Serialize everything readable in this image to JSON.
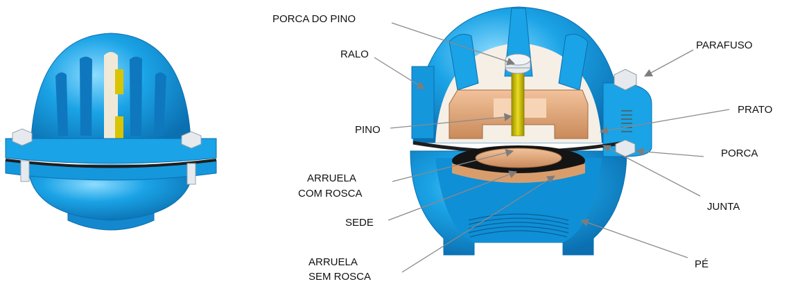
{
  "colors": {
    "body_blue": "#1aa3e6",
    "body_blue_dark": "#0b6fb0",
    "body_blue_light": "#6cc8f4",
    "bronze": "#e6ad80",
    "bronze_dark": "#b97a4c",
    "gasket": "#2a2a2a",
    "bolt": "#dfe3e6",
    "pin": "#d8c400",
    "leader": "#8a8a8a"
  },
  "labels": {
    "porca_do_pino": "PORCA DO PINO",
    "ralo": "RALO",
    "pino": "PINO",
    "arruela_com_rosca_1": "ARRUELA",
    "arruela_com_rosca_2": "COM ROSCA",
    "sede": "SEDE",
    "arruela_sem_rosca_1": "ARRUELA",
    "arruela_sem_rosca_2": "SEM ROSCA",
    "parafuso": "PARAFUSO",
    "prato": "PRATO",
    "porca": "PORCA",
    "junta": "JUNTA",
    "pe": "PÉ"
  }
}
